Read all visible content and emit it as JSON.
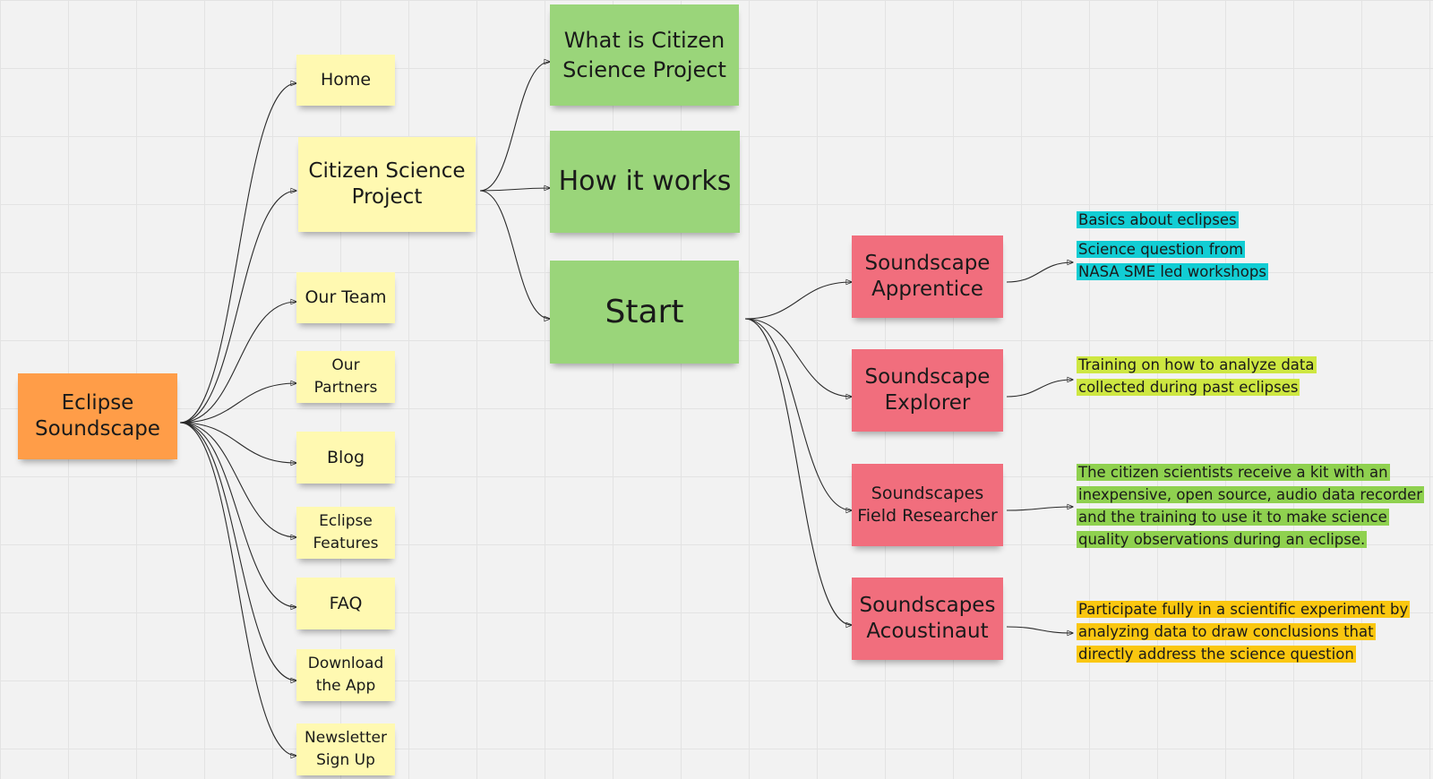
{
  "root": {
    "label": "Eclipse Soundscape",
    "color": "#ff9d48"
  },
  "menu": [
    {
      "id": "home",
      "label": "Home"
    },
    {
      "id": "citizen-science-project",
      "label": "Citizen Science Project"
    },
    {
      "id": "our-team",
      "label": "Our Team"
    },
    {
      "id": "our-partners",
      "label": "Our Partners"
    },
    {
      "id": "blog",
      "label": "Blog"
    },
    {
      "id": "eclipse-features",
      "label": "Eclipse Features"
    },
    {
      "id": "faq",
      "label": "FAQ"
    },
    {
      "id": "download-the-app",
      "label": "Download the App"
    },
    {
      "id": "newsletter-sign-up",
      "label": "Newsletter Sign Up"
    }
  ],
  "project": [
    {
      "id": "what-is",
      "label": "What is Citizen Science Project"
    },
    {
      "id": "how-it-works",
      "label": "How it works"
    },
    {
      "id": "start",
      "label": "Start"
    }
  ],
  "roles": [
    {
      "id": "apprentice",
      "label": "Soundscape Apprentice"
    },
    {
      "id": "explorer",
      "label": "Soundscape Explorer"
    },
    {
      "id": "field-researcher",
      "label": "Soundscapes Field Researcher"
    },
    {
      "id": "acoustinaut",
      "label": "Soundscapes Acoustinaut"
    }
  ],
  "notes": {
    "apprentice_basics": "Basics about eclipses",
    "apprentice_question": "Science question from NASA SME led workshops",
    "explorer": "Training on how to analyze data collected during past eclipses",
    "field_researcher": "The citizen scientists receive a kit with an inexpensive, open source, audio data recorder and the training to use it to make science quality observations during an eclipse.",
    "acoustinaut": "Participate fully in a scientific experiment by analyzing data to draw conclusions that directly address the science question"
  },
  "colors": {
    "menu": "#fff9b1",
    "project": "#9ad57a",
    "roles": "#f16e7d",
    "note_cyan": "#12cdd4",
    "note_lime": "#cee741",
    "note_green": "#8fd14f",
    "note_gold": "#fac710"
  }
}
